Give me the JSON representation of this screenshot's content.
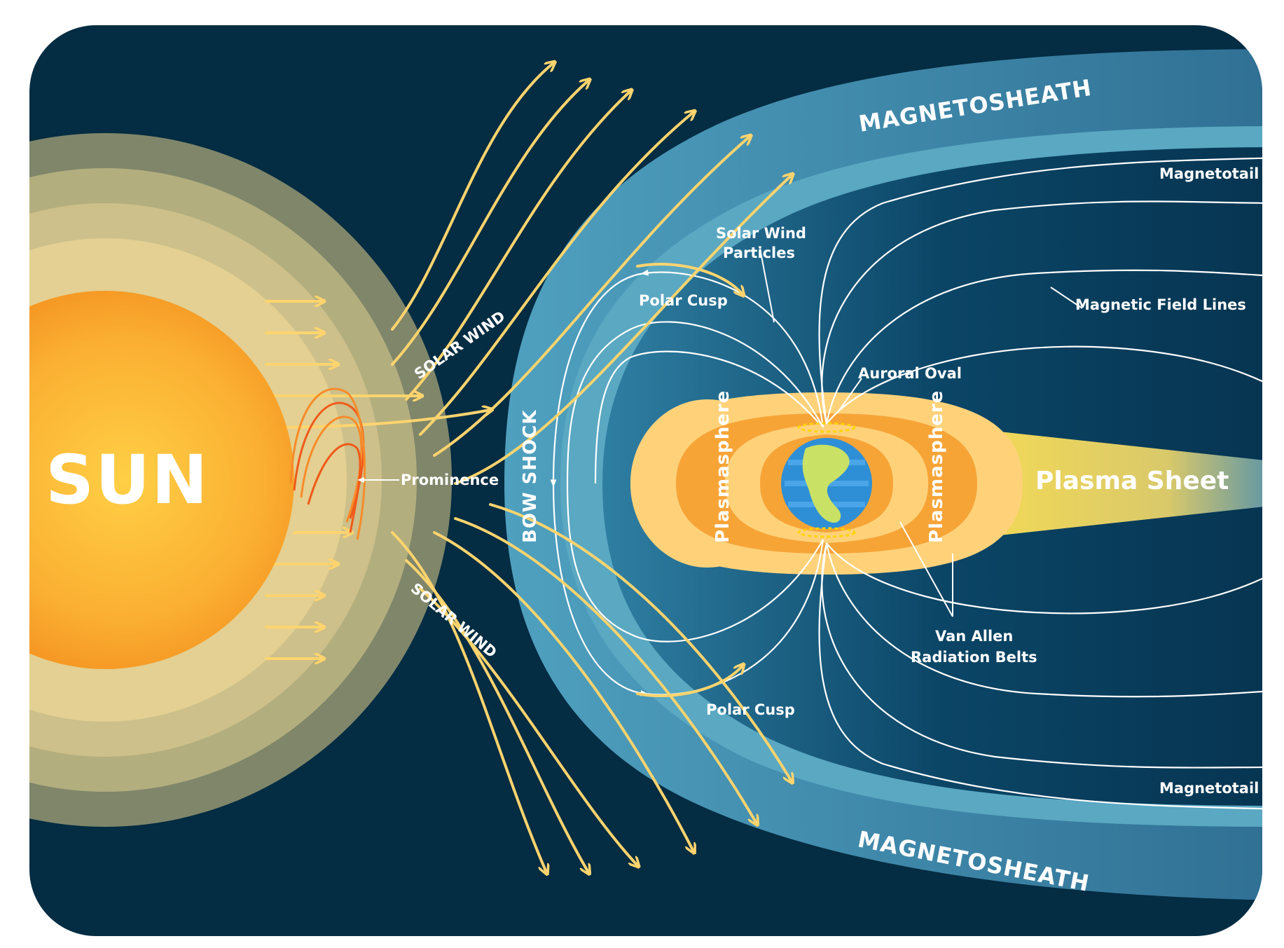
{
  "colors": {
    "space": "#042c42",
    "sun_core": "#f7931e",
    "sun_light": "#ffc93c",
    "solar_wind": "#ffd46e",
    "magnetosheath": "#3e86a8",
    "magnetosheath_inner": "#5aa6c0",
    "field_lines": "#ffffff",
    "belt_outer": "#ffd27a",
    "belt_inner": "#f7a437",
    "plasma_sheet": "#ffe14d",
    "earth_ocean": "#2e8fd6",
    "earth_land": "#c9e265"
  },
  "icons": [
    "sun-icon",
    "earth-icon"
  ],
  "labels": {
    "sun": "SUN",
    "prominence": "Prominence",
    "solar_wind_top": "SOLAR WIND",
    "solar_wind_bottom": "SOLAR WIND",
    "bow_shock": "BOW SHOCK",
    "magnetosheath_top": "MAGNETOSHEATH",
    "magnetosheath_bottom": "MAGNETOSHEATH",
    "magnetotail_top": "Magnetotail",
    "magnetotail_bottom": "Magnetotail",
    "solar_wind_particles_1": "Solar Wind",
    "solar_wind_particles_2": "Particles",
    "polar_cusp_top": "Polar Cusp",
    "polar_cusp_bottom": "Polar Cusp",
    "magnetic_field_lines": "Magnetic Field Lines",
    "auroral_oval": "Auroral Oval",
    "plasmasphere_left": "Plasmasphere",
    "plasmasphere_right": "Plasmasphere",
    "plasma_sheet": "Plasma Sheet",
    "van_allen_1": "Van Allen",
    "van_allen_2": "Radiation Belts"
  }
}
